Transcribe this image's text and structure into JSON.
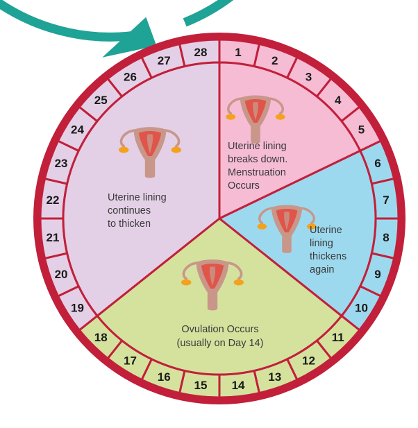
{
  "colors": {
    "cycle_arrow": "#1fa396",
    "rim": "#c21f3a",
    "menstruation": "#f5bcd4",
    "thickens_again": "#9dd9ee",
    "ovulation": "#d4e29e",
    "continues_to_thicken": "#e3d0e6",
    "uterus_body": "#c9968a",
    "uterus_inner": "#e0554a",
    "ovary": "#f4a21c"
  },
  "day_numbers": [
    "1",
    "2",
    "3",
    "4",
    "5",
    "6",
    "7",
    "8",
    "9",
    "10",
    "11",
    "12",
    "13",
    "14",
    "15",
    "16",
    "17",
    "18",
    "19",
    "20",
    "21",
    "22",
    "23",
    "24",
    "25",
    "26",
    "27",
    "28"
  ],
  "phases": [
    {
      "id": "menstruation",
      "days": [
        1,
        5
      ],
      "lines": [
        "Uterine lining",
        "breaks down.",
        "Menstruation",
        "Occurs"
      ]
    },
    {
      "id": "thickens_again",
      "days": [
        6,
        10
      ],
      "lines": [
        "Uterine",
        "lining",
        "thickens",
        "again"
      ]
    },
    {
      "id": "ovulation",
      "days": [
        11,
        18
      ],
      "lines": [
        "Ovulation Occurs",
        "(usually on Day 14)"
      ]
    },
    {
      "id": "continues_to_thicken",
      "days": [
        19,
        28
      ],
      "lines": [
        "Uterine lining",
        "continues",
        "to thicken"
      ]
    }
  ],
  "icons": [
    "uterus-icon",
    "cycle-arrow-icon"
  ]
}
